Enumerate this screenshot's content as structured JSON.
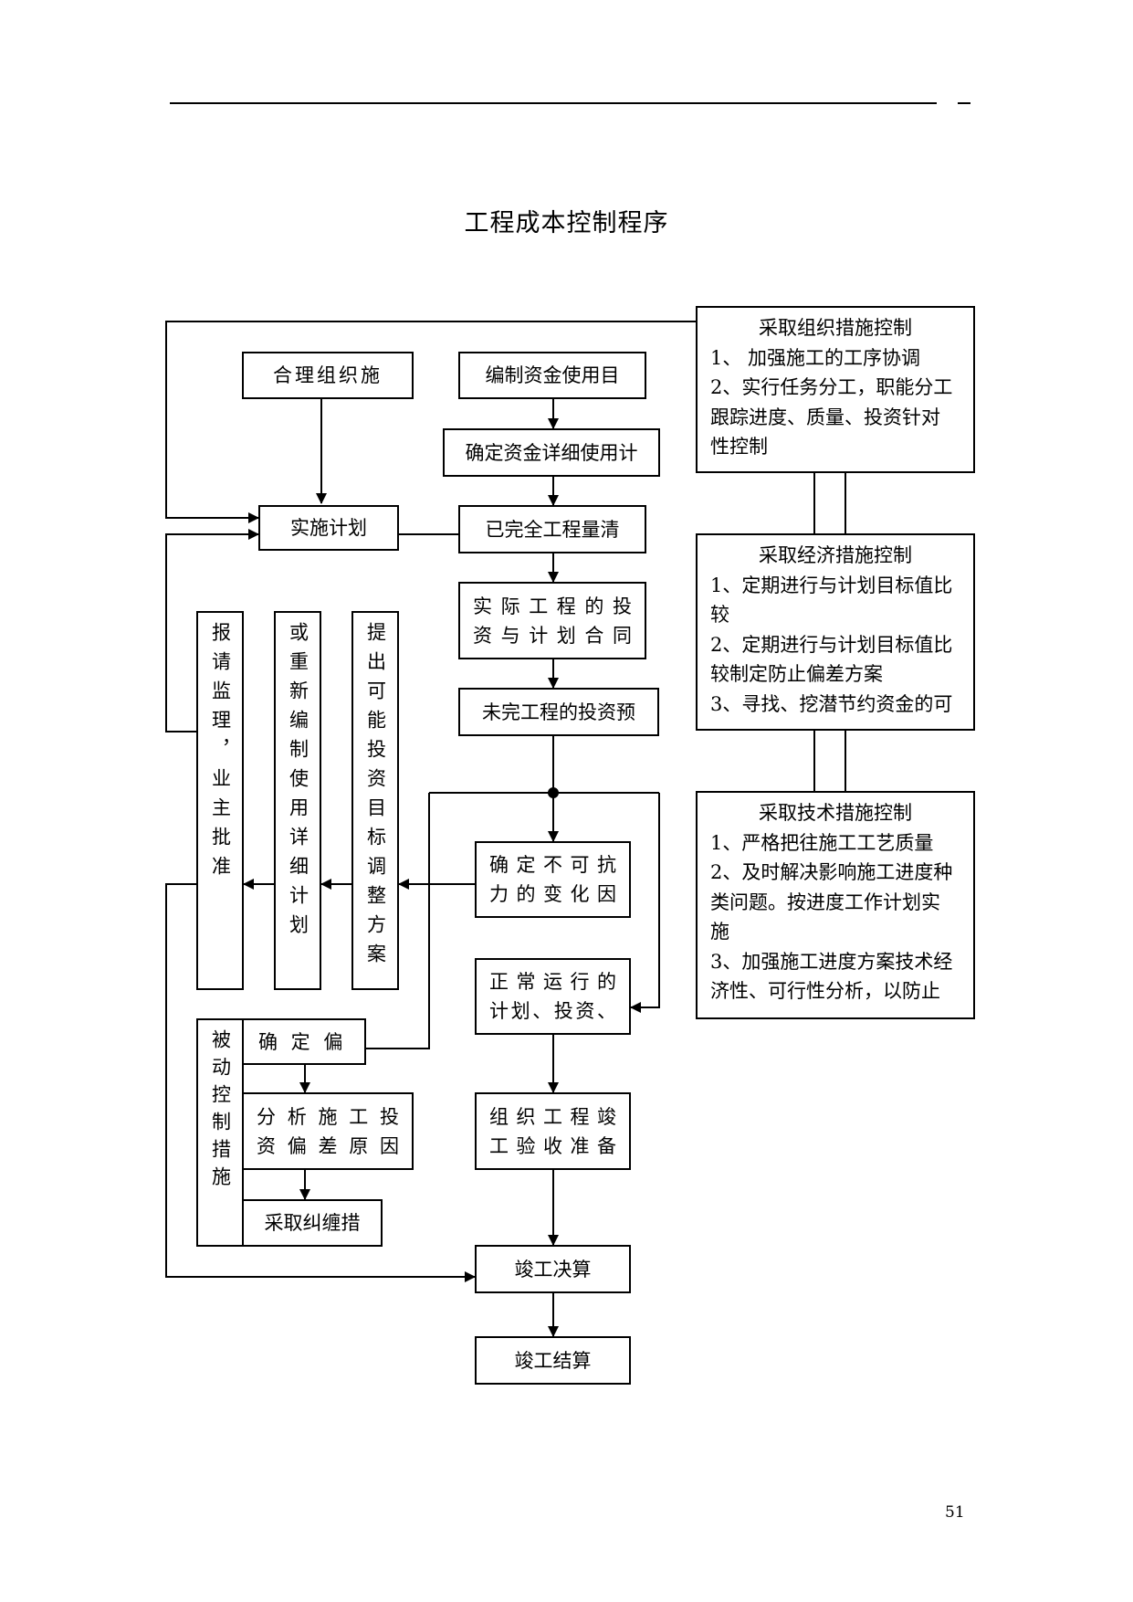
{
  "page": {
    "title": "工程成本控制程序",
    "page_number": "51"
  },
  "flow": {
    "org_plan": "合理组织施",
    "fund_plan": "编制资金使用目",
    "fund_detail": "确定资金详细使用计",
    "implement": "实施计划",
    "completed_qty": "已完全工程量清",
    "compare_line1": "实际工程的投",
    "compare_line2": "资与计划合同",
    "forecast": "未完工程的投资预",
    "force_line1": "确定不可抗",
    "force_line2": "力的变化因",
    "normal_line1": "正常运行的",
    "normal_line2": "计划、投资、",
    "acceptance_line1": "组织工程竣",
    "acceptance_line2": "工验收准备",
    "final_accounts": "竣工决算",
    "final_settlement": "竣工结算"
  },
  "vertical": {
    "approve": "报请监理，业主批准",
    "reprepare": "或重新编制使用详细计划",
    "propose": "提出可能投资目标调整方案"
  },
  "passive": {
    "label": "被动控制措施",
    "deviation": "确 定 偏",
    "analyze_line1": "分析施工投",
    "analyze_line2": "资偏差原因",
    "correct": "采取纠缠措"
  },
  "measures": {
    "organization": {
      "title": "采取组织措施控制",
      "lines": [
        "1、 加强施工的工序协调",
        "2、实行任务分工，职能分工",
        "跟踪进度、质量、投资针对",
        "性控制"
      ]
    },
    "economic": {
      "title": "采取经济措施控制",
      "lines": [
        "1、定期进行与计划目标值比",
        "较",
        "2、定期进行与计划目标值比",
        "较制定防止偏差方案",
        "3、寻找、挖潜节约资金的可"
      ]
    },
    "technical": {
      "title": "采取技术措施控制",
      "lines": [
        "1、严格把往施工工艺质量",
        "2、及时解决影响施工进度种",
        "类问题。按进度工作计划实",
        "施",
        "3、加强施工进度方案技术经",
        "济性、可行性分析，以防止"
      ]
    }
  }
}
